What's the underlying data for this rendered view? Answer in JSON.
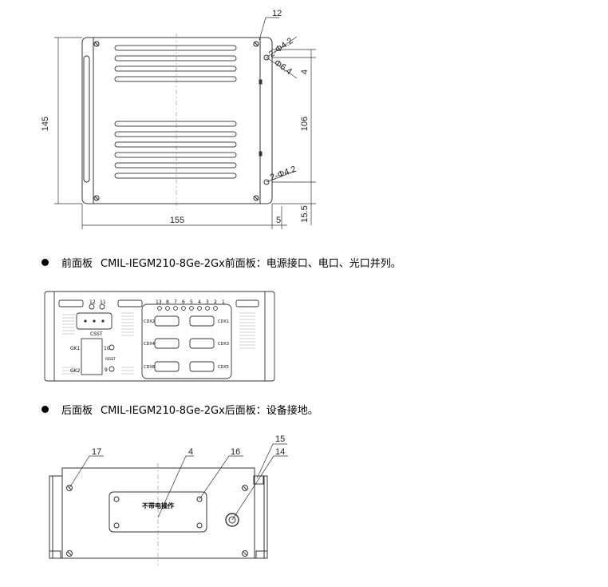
{
  "top_view": {
    "dimensions": {
      "width": "155",
      "height": "145",
      "inner_height": "106",
      "top_offset": "4",
      "bottom_offset": "15.5",
      "right_offset": "5",
      "hole_top": "2-Φ4.2",
      "slot": "Φ6.4",
      "hole_bottom": "2-Φ4.2"
    },
    "callout": "12"
  },
  "front_caption": {
    "tag": "前面板",
    "text": "CMIL-IEGM210-8Ge-2Gx前面板：电源接口、电口、光口并列。"
  },
  "front_panel": {
    "left_top_labels": [
      "12",
      "11"
    ],
    "console_label": "CSST",
    "gk_labels": [
      "GK1",
      "GK2"
    ],
    "port_labels": [
      "10",
      "9"
    ],
    "reset_label": "RESET",
    "led_numbers": [
      "13",
      "8",
      "7",
      "6",
      "5",
      "4",
      "3",
      "2",
      "1"
    ],
    "cdx_labels_left": [
      "CDX2",
      "CDX4",
      "CDX6"
    ],
    "cdx_labels_right": [
      "CDX1",
      "CDX3",
      "CDX5"
    ]
  },
  "rear_caption": {
    "tag": "后面板",
    "text": "CMIL-IEGM210-8Ge-2Gx后面板：设备接地。"
  },
  "rear_panel": {
    "callouts": [
      "17",
      "4",
      "16",
      "15",
      "14"
    ],
    "warning_label": "不带电操作"
  }
}
